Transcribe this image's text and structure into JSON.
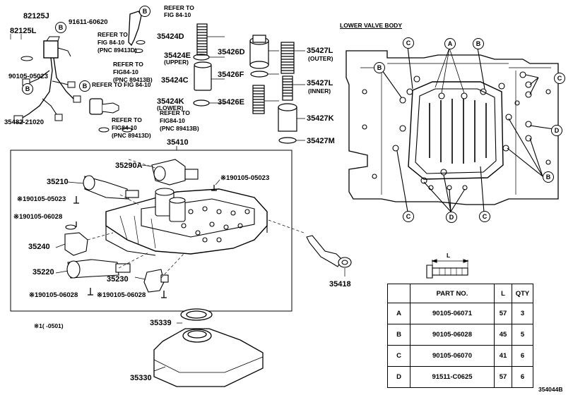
{
  "labels": {
    "p82125J": "82125J",
    "p82125L": "82125L",
    "p91611": "91611-60620",
    "p90105_05023_top": "90105-05023",
    "p35482": "35482-21020",
    "p35424D": "35424D",
    "p35424E": "35424E",
    "upper": "(UPPER)",
    "p35424C": "35424C",
    "p35424K": "35424K",
    "lower": "(LOWER)",
    "p35426D": "35426D",
    "p35426F": "35426F",
    "p35426E": "35426E",
    "p35427L_outer": "35427L",
    "outer": "(OUTER)",
    "p35427L_inner": "35427L",
    "inner": "(INNER)",
    "p35427K": "35427K",
    "p35427M": "35427M",
    "p35410": "35410",
    "p35290A": "35290A",
    "p35210": "35210",
    "star_05023_right": "※190105-05023",
    "star_05023_left": "※190105-05023",
    "star_06028_left": "※190105-06028",
    "p35240": "35240",
    "p35220": "35220",
    "p35230": "35230",
    "star_06028_bottom1": "※190105-06028",
    "star_06028_bottom2": "※190105-06028",
    "p35418": "35418",
    "p35339": "35339",
    "p35330": "35330",
    "footnote": "※1(   -0501)",
    "lower_valve_body": "LOWER VALVE BODY",
    "fig_no": "354044B",
    "dim_L": "L"
  },
  "refer_notes": {
    "r1_a": "REFER TO",
    "r1_b": "FIG 84-10",
    "r2_a": "REFER TO",
    "r2_b": "FIG 84-10",
    "r2_c": "(PNC 89413D)",
    "r3_a": "REFER TO",
    "r3_b": "FIG84-10",
    "r3_c": "(PNC 89413B)",
    "r4": "REFER TO FIG 84-10",
    "r5_a": "REFER TO",
    "r5_b": "FIG84-10",
    "r5_c": "(PNC 89413B)",
    "r6_a": "REFER TO",
    "r6_b": "FIG84-10",
    "r6_c": "(PNC 89413D)"
  },
  "callouts": {
    "A": "A",
    "B": "B",
    "C": "C",
    "D": "D"
  },
  "parts_table": {
    "headers": [
      "",
      "PART NO.",
      "L",
      "QTY"
    ],
    "rows": [
      [
        "A",
        "90105-06071",
        "57",
        "3"
      ],
      [
        "B",
        "90105-06028",
        "45",
        "5"
      ],
      [
        "C",
        "90105-06070",
        "41",
        "6"
      ],
      [
        "D",
        "91511-C0625",
        "57",
        "6"
      ]
    ]
  }
}
